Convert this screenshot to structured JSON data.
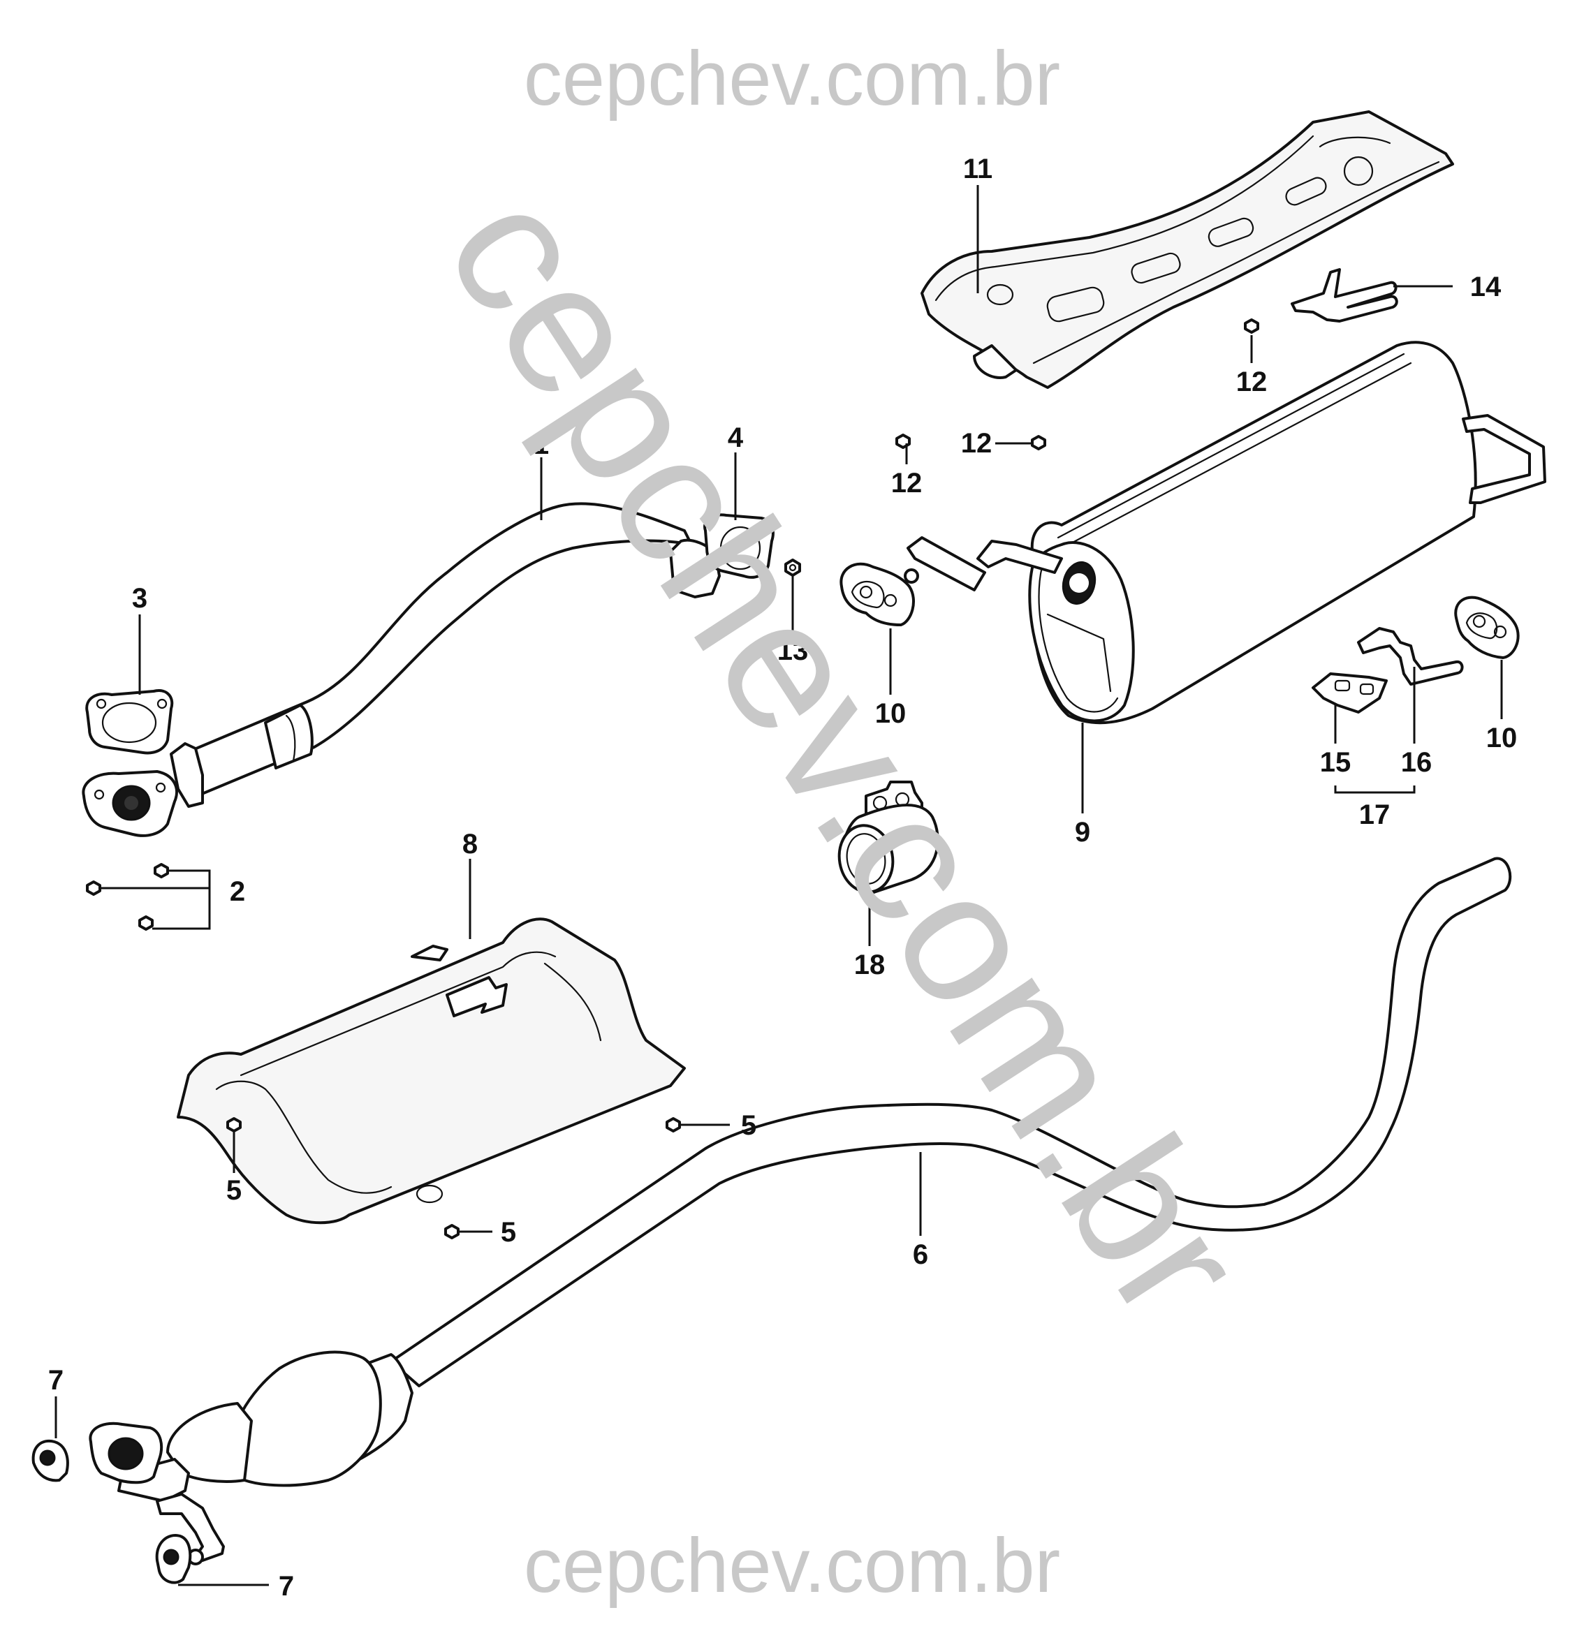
{
  "watermarks": {
    "top": "cepchev.com.br",
    "diagonal": "cepchev.com.br",
    "bottom": "cepchev.com.br"
  },
  "callouts": {
    "c1": "1",
    "c2": "2",
    "c3": "3",
    "c4": "4",
    "c5a": "5",
    "c5b": "5",
    "c5c": "5",
    "c6": "6",
    "c7a": "7",
    "c7b": "7",
    "c8": "8",
    "c9": "9",
    "c10a": "10",
    "c10b": "10",
    "c11": "11",
    "c12a": "12",
    "c12b": "12",
    "c12c": "12",
    "c13": "13",
    "c14": "14",
    "c15": "15",
    "c16": "16",
    "c17": "17",
    "c18": "18"
  },
  "colors": {
    "line": "#111111",
    "watermark": "#c8c8c8",
    "background": "#ffffff"
  }
}
